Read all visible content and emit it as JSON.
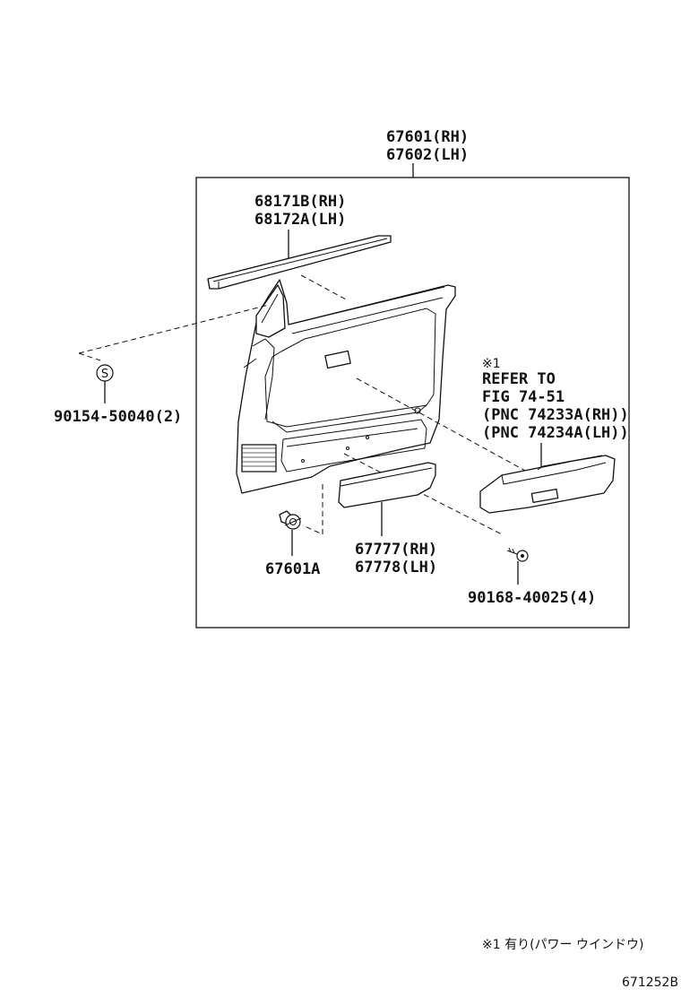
{
  "labels": {
    "trim_board_rh": "67601(RH)",
    "trim_board_lh": "67602(LH)",
    "weatherstrip_rh": "68171B(RH)",
    "weatherstrip_lh": "68172A(LH)",
    "screw_s": "90154-50040(2)",
    "clip": "67601A",
    "pocket_rh": "67777(RH)",
    "pocket_lh": "67778(LH)",
    "screw": "90168-40025(4)",
    "ref_mark": "※1",
    "ref_line1": "REFER TO",
    "ref_line2": "FIG 74-51",
    "ref_line3": "(PNC 74233A(RH))",
    "ref_line4": "(PNC 74234A(LH))"
  },
  "icons": {
    "screw_symbol": "S"
  },
  "footnote": "※1 有り(パワー ウインドウ)",
  "figure_code": "671252B"
}
